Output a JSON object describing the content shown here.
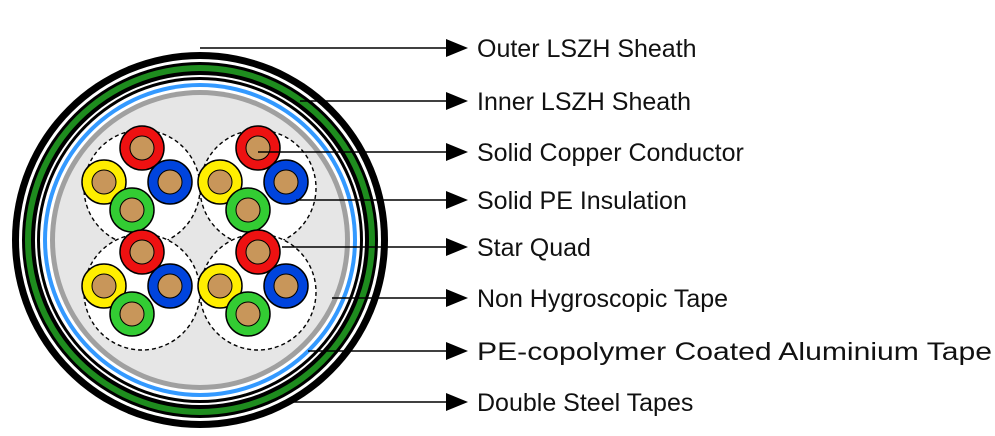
{
  "labels": [
    "Outer LSZH Sheath",
    "Inner LSZH Sheath",
    "Solid Copper Conductor",
    "Solid PE Insulation",
    "Star Quad",
    "Non Hygroscopic Tape",
    "PE-copolymer Coated Aluminium Tape",
    "Double Steel Tapes"
  ],
  "colors": {
    "outline": "#000000",
    "green_band": "#1e8c1e",
    "blue_band": "#3399ff",
    "grey_band": "#a0a0a0",
    "core_fill": "#e6e6e6",
    "copper": "#c8965a",
    "red": "#ee1111",
    "yellow": "#ffee00",
    "blue": "#0044dd",
    "green": "#33cc33"
  }
}
